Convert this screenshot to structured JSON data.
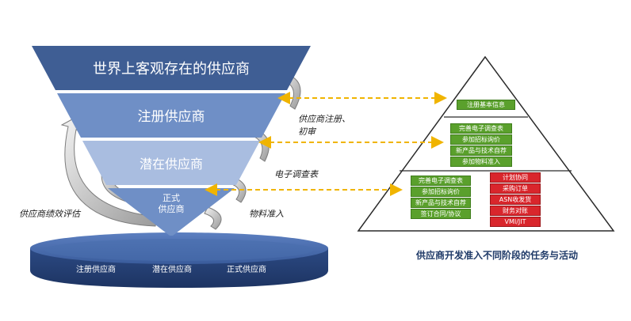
{
  "funnel": {
    "level1": "世界上客观存在的供应商",
    "level2": "注册供应商",
    "level3": "潜在供应商",
    "level4_line1": "正式",
    "level4_line2": "供应商"
  },
  "disc": {
    "items": [
      "注册供应商",
      "潜在供应商",
      "正式供应商"
    ]
  },
  "flow_labels": {
    "register_line1": "供应商注册、",
    "register_line2": "初审",
    "survey": "电子调查表",
    "material": "物料准入",
    "evaluation": "供应商绩效评估"
  },
  "pyramid": {
    "tier1": [
      "注册基本信息"
    ],
    "tier2": [
      "完善电子调查表",
      "参加招标询价",
      "新产品与技术自荐",
      "参加物料准入"
    ],
    "tier3_green": [
      "完善电子调查表",
      "参加招标询价",
      "新产品与技术自荐",
      "签订合同/协议"
    ],
    "tier3_red": [
      "计划协同",
      "采购订单",
      "ASN收发货",
      "财务对账",
      "VMI/JIT"
    ]
  },
  "caption": "供应商开发准入不同阶段的任务与活动",
  "colors": {
    "funnel_dark": "#3f5e94",
    "funnel_mid": "#6f8fc6",
    "funnel_light": "#a9bde0",
    "disc": "#27467e",
    "arrow_dash": "#f0b400",
    "green_box": "#5aa02c",
    "red_box": "#d9262c"
  }
}
